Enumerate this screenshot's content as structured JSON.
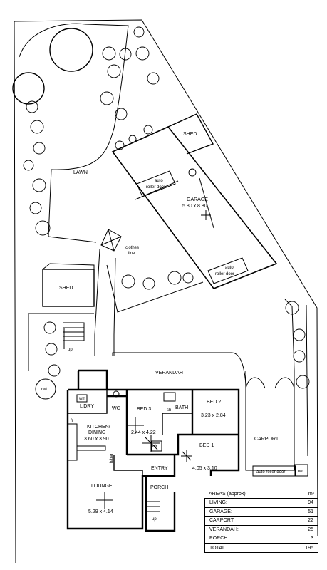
{
  "labels": {
    "lawn": "LAWN",
    "shed_top": "SHED",
    "shed_left": "SHED",
    "garage": "GARAGE",
    "garage_dim": "5.80 x 8.80",
    "auto_door_1a": "auto",
    "auto_door_1b": "roller door",
    "auto_door_2a": "auto",
    "auto_door_2b": "roller door",
    "auto_door_3": "auto roller door",
    "clothes_1": "clothes",
    "clothes_2": "line",
    "verandah": "VERANDAH",
    "carport": "CARPORT",
    "bed3": "BED 3",
    "bed3_dim": "2.44 x 4.22",
    "bed2": "BED 2",
    "bed2_dim": "3.23 x 2.84",
    "bed1": "BED 1",
    "bed1_dim": "4.05 x 3.10",
    "bath": "BATH",
    "ldry": "L'DRY",
    "wc": "WC",
    "wm": "wm",
    "sh": "sh",
    "fr": "fr",
    "blr": "blr",
    "b_bar": "b/bar",
    "kitchen_1": "KITCHEN/",
    "kitchen_2": "DINING",
    "kitchen_dim": "3.60 x 3.90",
    "entry": "ENTRY",
    "porch": "PORCH",
    "lounge": "LOUNGE",
    "lounge_dim": "5.29 x 4.14",
    "rwt_1": "rwt",
    "rwt_2": "rwt",
    "up_1": "up",
    "up_2": "up"
  },
  "areas": {
    "title": "AREAS (approx)",
    "unit": "m²",
    "rows": [
      {
        "name": "LIVING:",
        "value": "94"
      },
      {
        "name": "GARAGE:",
        "value": "51"
      },
      {
        "name": "CARPORT:",
        "value": "22"
      },
      {
        "name": "VERANDAH:",
        "value": "25"
      },
      {
        "name": "PORCH:",
        "value": "3"
      }
    ],
    "total_name": "TOTAL",
    "total_value": "195"
  }
}
